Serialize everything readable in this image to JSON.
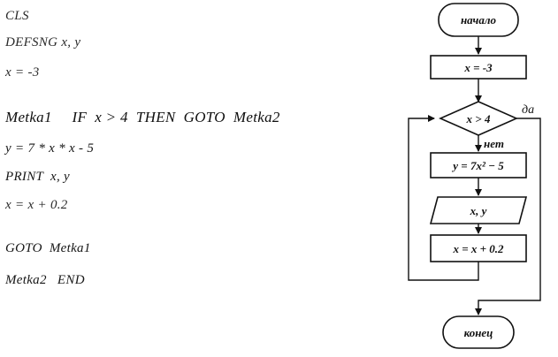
{
  "program": {
    "lines": [
      "CLS",
      "DEFSNG x, y",
      "x = -3",
      "Metka1     IF  x > 4  THEN  GOTO  Metka2",
      "y = 7 * x * x - 5",
      "PRINT  x, y",
      "x = x + 0.2",
      "GOTO  Metka1",
      "Metka2   END"
    ]
  },
  "flowchart": {
    "start_label": "начало",
    "init_label": "x = -3",
    "condition_label": "x > 4",
    "yes_label": "да",
    "no_label": "нет",
    "formula_label": "y = 7x² − 5",
    "output_label": "x, y",
    "increment_label": "x = x + 0.2",
    "end_label": "конец"
  }
}
